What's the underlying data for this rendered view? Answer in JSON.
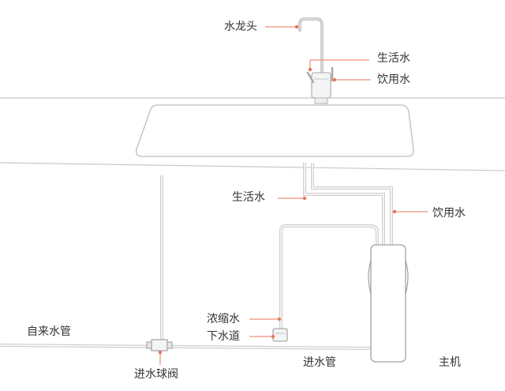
{
  "labels": {
    "faucet": "水龙头",
    "living_water_top": "生活水",
    "drinking_water_top": "饮用水",
    "living_water_mid": "生活水",
    "drinking_water_mid": "饮用水",
    "concentrate_water": "浓缩水",
    "drain": "下水道",
    "tap_water_pipe": "自来水管",
    "inlet_ball_valve": "进水球阀",
    "inlet_pipe": "进水管",
    "main_unit": "主机"
  },
  "colors": {
    "line": "#bdbdbd",
    "callout_line": "#e8765a",
    "callout_dot": "#e8765a",
    "text": "#333333",
    "pipe": "#d4d4d4"
  }
}
